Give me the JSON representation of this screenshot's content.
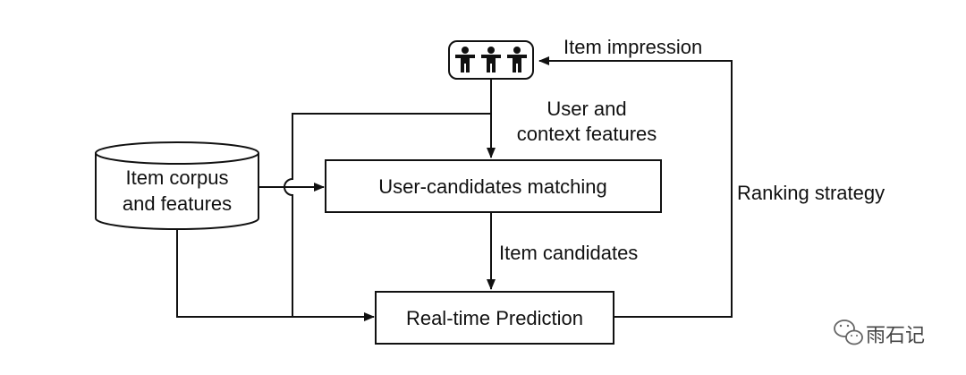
{
  "nodes": {
    "users": {
      "icon": "users-icon"
    },
    "item_corpus": {
      "line1": "Item corpus",
      "line2": "and features"
    },
    "matching": {
      "label": "User-candidates matching"
    },
    "prediction": {
      "label": "Real-time Prediction"
    }
  },
  "edges": {
    "user_context": {
      "line1": "User and",
      "line2": "context features"
    },
    "item_candidates": {
      "label": "Item candidates"
    },
    "ranking_strategy": {
      "label": "Ranking strategy"
    },
    "item_impression": {
      "label": "Item impression"
    }
  },
  "watermark": {
    "text": "雨石记",
    "icon": "wechat-icon"
  }
}
